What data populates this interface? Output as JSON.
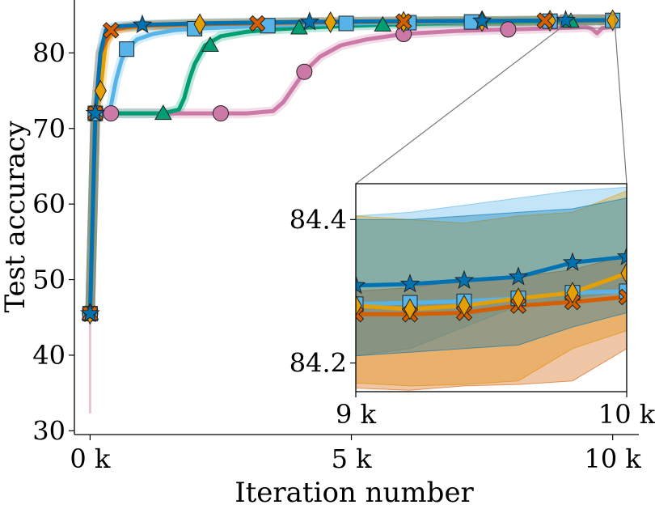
{
  "chart_data": {
    "type": "line",
    "xlabel": "Iteration number",
    "ylabel": "Test accuracy",
    "xlim": [
      -300,
      10500
    ],
    "ylim": [
      29.5,
      87
    ],
    "xticks": [
      0,
      5000,
      10000
    ],
    "xtick_labels": [
      "0 k",
      "5 k",
      "10 k"
    ],
    "yticks": [
      30,
      40,
      50,
      60,
      70,
      80
    ],
    "ytick_labels": [
      "30",
      "40",
      "50",
      "60",
      "70",
      "80"
    ],
    "grid": false,
    "series": [
      {
        "color": "#cc79a7",
        "marker": "circle",
        "x": [
          0,
          100,
          200,
          400,
          1000,
          2000,
          2500,
          3000,
          3500,
          3700,
          3900,
          4100,
          4400,
          4800,
          5300,
          6000,
          7000,
          8000,
          9000,
          9500,
          9600,
          9700,
          9800,
          10000
        ],
        "y": [
          45.5,
          72,
          72,
          72,
          72,
          72,
          72,
          72,
          72.3,
          73.5,
          75.5,
          77.5,
          79.5,
          81,
          81.8,
          82.5,
          82.9,
          83.1,
          83.3,
          83.4,
          83.2,
          82.6,
          83.3,
          83.4
        ],
        "markers_x": [
          0,
          400,
          2500,
          4100,
          6000,
          8000
        ],
        "markers_y": [
          45.5,
          72,
          72,
          77.5,
          82.5,
          83.1
        ]
      },
      {
        "color": "#009e73",
        "marker": "triangle",
        "x": [
          0,
          100,
          200,
          600,
          1000,
          1400,
          1700,
          1800,
          1900,
          2000,
          2200,
          2500,
          3000,
          3500,
          4000,
          5000,
          6000,
          7000,
          8000,
          9000,
          10000
        ],
        "y": [
          45.5,
          72,
          72,
          72,
          72,
          72,
          72.5,
          74,
          76.5,
          78.5,
          81,
          82.2,
          82.8,
          83.1,
          83.3,
          83.6,
          83.8,
          84.0,
          84.1,
          84.2,
          84.3
        ],
        "markers_x": [
          0,
          1400,
          2300,
          4000,
          5600,
          9200
        ],
        "markers_y": [
          45.5,
          72,
          81,
          83.3,
          83.7,
          84.2
        ]
      },
      {
        "color": "#56b4e9",
        "marker": "square",
        "x": [
          0,
          100,
          300,
          400,
          500,
          600,
          700,
          900,
          1200,
          1600,
          2000,
          3000,
          4000,
          5000,
          6000,
          7000,
          8000,
          9000,
          10000
        ],
        "y": [
          45.5,
          72,
          72,
          73,
          76.5,
          79,
          80.5,
          81.8,
          82.5,
          83.0,
          83.2,
          83.5,
          83.7,
          83.9,
          84.0,
          84.1,
          84.2,
          84.3,
          84.3
        ],
        "markers_x": [
          0,
          100,
          700,
          2000,
          3400,
          4900,
          6100,
          7300,
          8800,
          10000
        ],
        "markers_y": [
          45.5,
          72,
          80.5,
          83.2,
          83.6,
          83.9,
          84.0,
          84.1,
          84.2,
          84.3
        ]
      },
      {
        "color": "#e69f00",
        "marker": "diamond",
        "x": [
          0,
          100,
          200,
          300,
          500,
          1000,
          2000,
          3000,
          4000,
          5000,
          6000,
          7000,
          8000,
          9000,
          10000
        ],
        "y": [
          45.5,
          72,
          75,
          81.5,
          83.2,
          83.6,
          83.8,
          83.9,
          84.0,
          84.1,
          84.1,
          84.2,
          84.2,
          84.3,
          84.33
        ],
        "markers_x": [
          0,
          200,
          2100,
          4600,
          6000,
          7500,
          8800,
          10000
        ],
        "markers_y": [
          45.5,
          75,
          83.8,
          84.05,
          84.1,
          84.2,
          84.25,
          84.33
        ]
      },
      {
        "color": "#d55e00",
        "marker": "x",
        "x": [
          0,
          100,
          200,
          400,
          700,
          1000,
          2000,
          3000,
          4000,
          5000,
          6000,
          7000,
          8000,
          9000,
          10000
        ],
        "y": [
          45.5,
          72,
          80,
          83.0,
          83.4,
          83.6,
          83.8,
          83.9,
          84.0,
          84.1,
          84.15,
          84.2,
          84.25,
          84.28,
          84.3
        ],
        "markers_x": [
          0,
          100,
          400,
          3200,
          6000,
          8700
        ],
        "markers_y": [
          45.5,
          72,
          83.0,
          83.9,
          84.15,
          84.27
        ]
      },
      {
        "color": "#0072b2",
        "marker": "star",
        "x": [
          0,
          100,
          200,
          300,
          500,
          1000,
          2000,
          3000,
          4000,
          5000,
          6000,
          7000,
          8000,
          9000,
          10000
        ],
        "y": [
          45.5,
          72,
          80,
          83.0,
          83.5,
          83.7,
          83.9,
          84.0,
          84.1,
          84.15,
          84.2,
          84.22,
          84.25,
          84.3,
          84.35
        ],
        "markers_x": [
          0,
          100,
          1000,
          4200,
          7500,
          9100
        ],
        "markers_y": [
          45.5,
          72,
          83.7,
          84.1,
          84.23,
          84.3
        ]
      }
    ],
    "inset": {
      "xlim": [
        9000,
        10000
      ],
      "ylim": [
        84.16,
        84.45
      ],
      "xticks": [
        9000,
        10000
      ],
      "xtick_labels": [
        "9 k",
        "10 k"
      ],
      "yticks": [
        84.2,
        84.4
      ],
      "ytick_labels": [
        "84.2",
        "84.4"
      ],
      "bands": [
        {
          "color": "#56b4e9",
          "x": [
            9000,
            9200,
            9400,
            9600,
            9800,
            10000
          ],
          "lo": [
            84.21,
            84.22,
            84.25,
            84.28,
            84.29,
            84.3
          ],
          "hi": [
            84.405,
            84.41,
            84.42,
            84.43,
            84.44,
            84.445
          ]
        },
        {
          "color": "#e69f00",
          "x": [
            9000,
            9200,
            9400,
            9600,
            9800,
            10000
          ],
          "lo": [
            84.172,
            84.168,
            84.17,
            84.175,
            84.22,
            84.245
          ],
          "hi": [
            84.405,
            84.4,
            84.395,
            84.405,
            84.41,
            84.44
          ]
        },
        {
          "color": "#d55e00",
          "x": [
            9000,
            9200,
            9400,
            9600,
            9800,
            10000
          ],
          "lo": [
            84.165,
            84.162,
            84.168,
            84.17,
            84.175,
            84.22
          ],
          "hi": [
            84.3,
            84.305,
            84.315,
            84.32,
            84.33,
            84.35
          ]
        },
        {
          "color": "#0072b2",
          "x": [
            9000,
            9200,
            9400,
            9600,
            9800,
            10000
          ],
          "lo": [
            84.21,
            84.215,
            84.22,
            84.225,
            84.25,
            84.27
          ],
          "hi": [
            84.4,
            84.4,
            84.405,
            84.41,
            84.415,
            84.43
          ]
        }
      ],
      "lines": [
        {
          "color": "#56b4e9",
          "marker": "square",
          "x": [
            9000,
            9200,
            9400,
            9600,
            9800,
            10000
          ],
          "y": [
            84.282,
            84.284,
            84.286,
            84.29,
            84.298,
            84.3
          ]
        },
        {
          "color": "#d55e00",
          "marker": "x",
          "x": [
            9000,
            9200,
            9400,
            9600,
            9800,
            10000
          ],
          "y": [
            84.268,
            84.268,
            84.27,
            84.28,
            84.285,
            84.292
          ]
        },
        {
          "color": "#e69f00",
          "marker": "diamond",
          "x": [
            9000,
            9200,
            9400,
            9600,
            9800,
            10000
          ],
          "y": [
            84.28,
            84.275,
            84.28,
            84.29,
            84.298,
            84.325
          ]
        },
        {
          "color": "#0072b2",
          "marker": "star",
          "x": [
            9000,
            9200,
            9400,
            9600,
            9800,
            10000
          ],
          "y": [
            84.308,
            84.31,
            84.315,
            84.32,
            84.34,
            84.348
          ]
        }
      ]
    }
  }
}
